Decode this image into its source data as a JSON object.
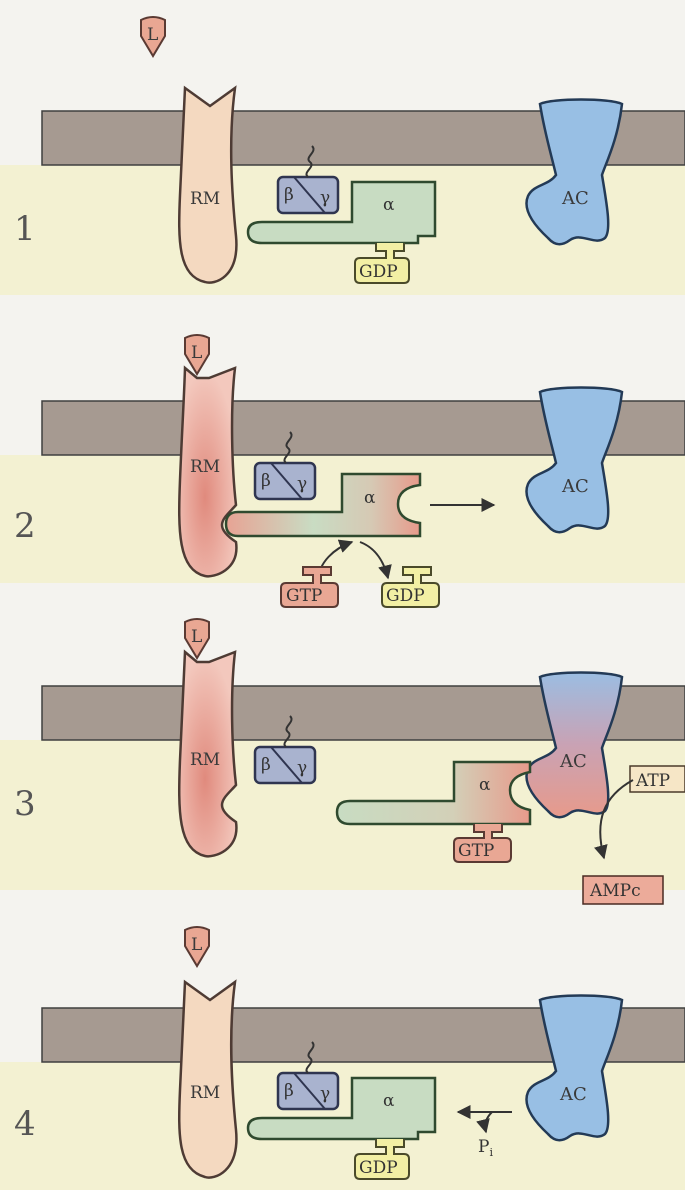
{
  "colors": {
    "background": "#f4f3ef",
    "membrane": "#a69a91",
    "membrane_edge": "#3f3f3f",
    "cytoplasm": "#f3f1d2",
    "receptor_inactive": "#f4d9c0",
    "receptor_active": "#e7a79a",
    "ligand": "#e9a793",
    "beta_gamma": "#a9b3cf",
    "alpha": "#c8dcc2",
    "alpha_active": "#e9a794",
    "adenylate_cyclase": "#98bfe4",
    "gdp": "#f2efa4",
    "gtp": "#e9a794",
    "ampc": "#ecab9a",
    "atp": "#f6e6c6",
    "outline": "#3b4a3b"
  },
  "icons": [
    "ligand-icon",
    "receptor-icon",
    "g-protein-icon",
    "adenylate-cyclase-icon",
    "arrow-icon"
  ],
  "panels": [
    {
      "step": "1",
      "ligand": "L",
      "receptor": "RM",
      "beta": "β",
      "gamma": "γ",
      "alpha": "α",
      "nucleotide": "GDP",
      "enzyme": "AC"
    },
    {
      "step": "2",
      "ligand": "L",
      "receptor": "RM",
      "beta": "β",
      "gamma": "γ",
      "alpha": "α",
      "incoming": "GTP",
      "outgoing": "GDP",
      "enzyme": "AC"
    },
    {
      "step": "3",
      "ligand": "L",
      "receptor": "RM",
      "beta": "β",
      "gamma": "γ",
      "alpha": "α",
      "nucleotide": "GTP",
      "enzyme": "AC",
      "substrate": "ATP",
      "product": "AMPc"
    },
    {
      "step": "4",
      "ligand": "L",
      "receptor": "RM",
      "beta": "β",
      "gamma": "γ",
      "alpha": "α",
      "nucleotide": "GDP",
      "enzyme": "AC",
      "released": "P",
      "released_sub": "i"
    }
  ]
}
